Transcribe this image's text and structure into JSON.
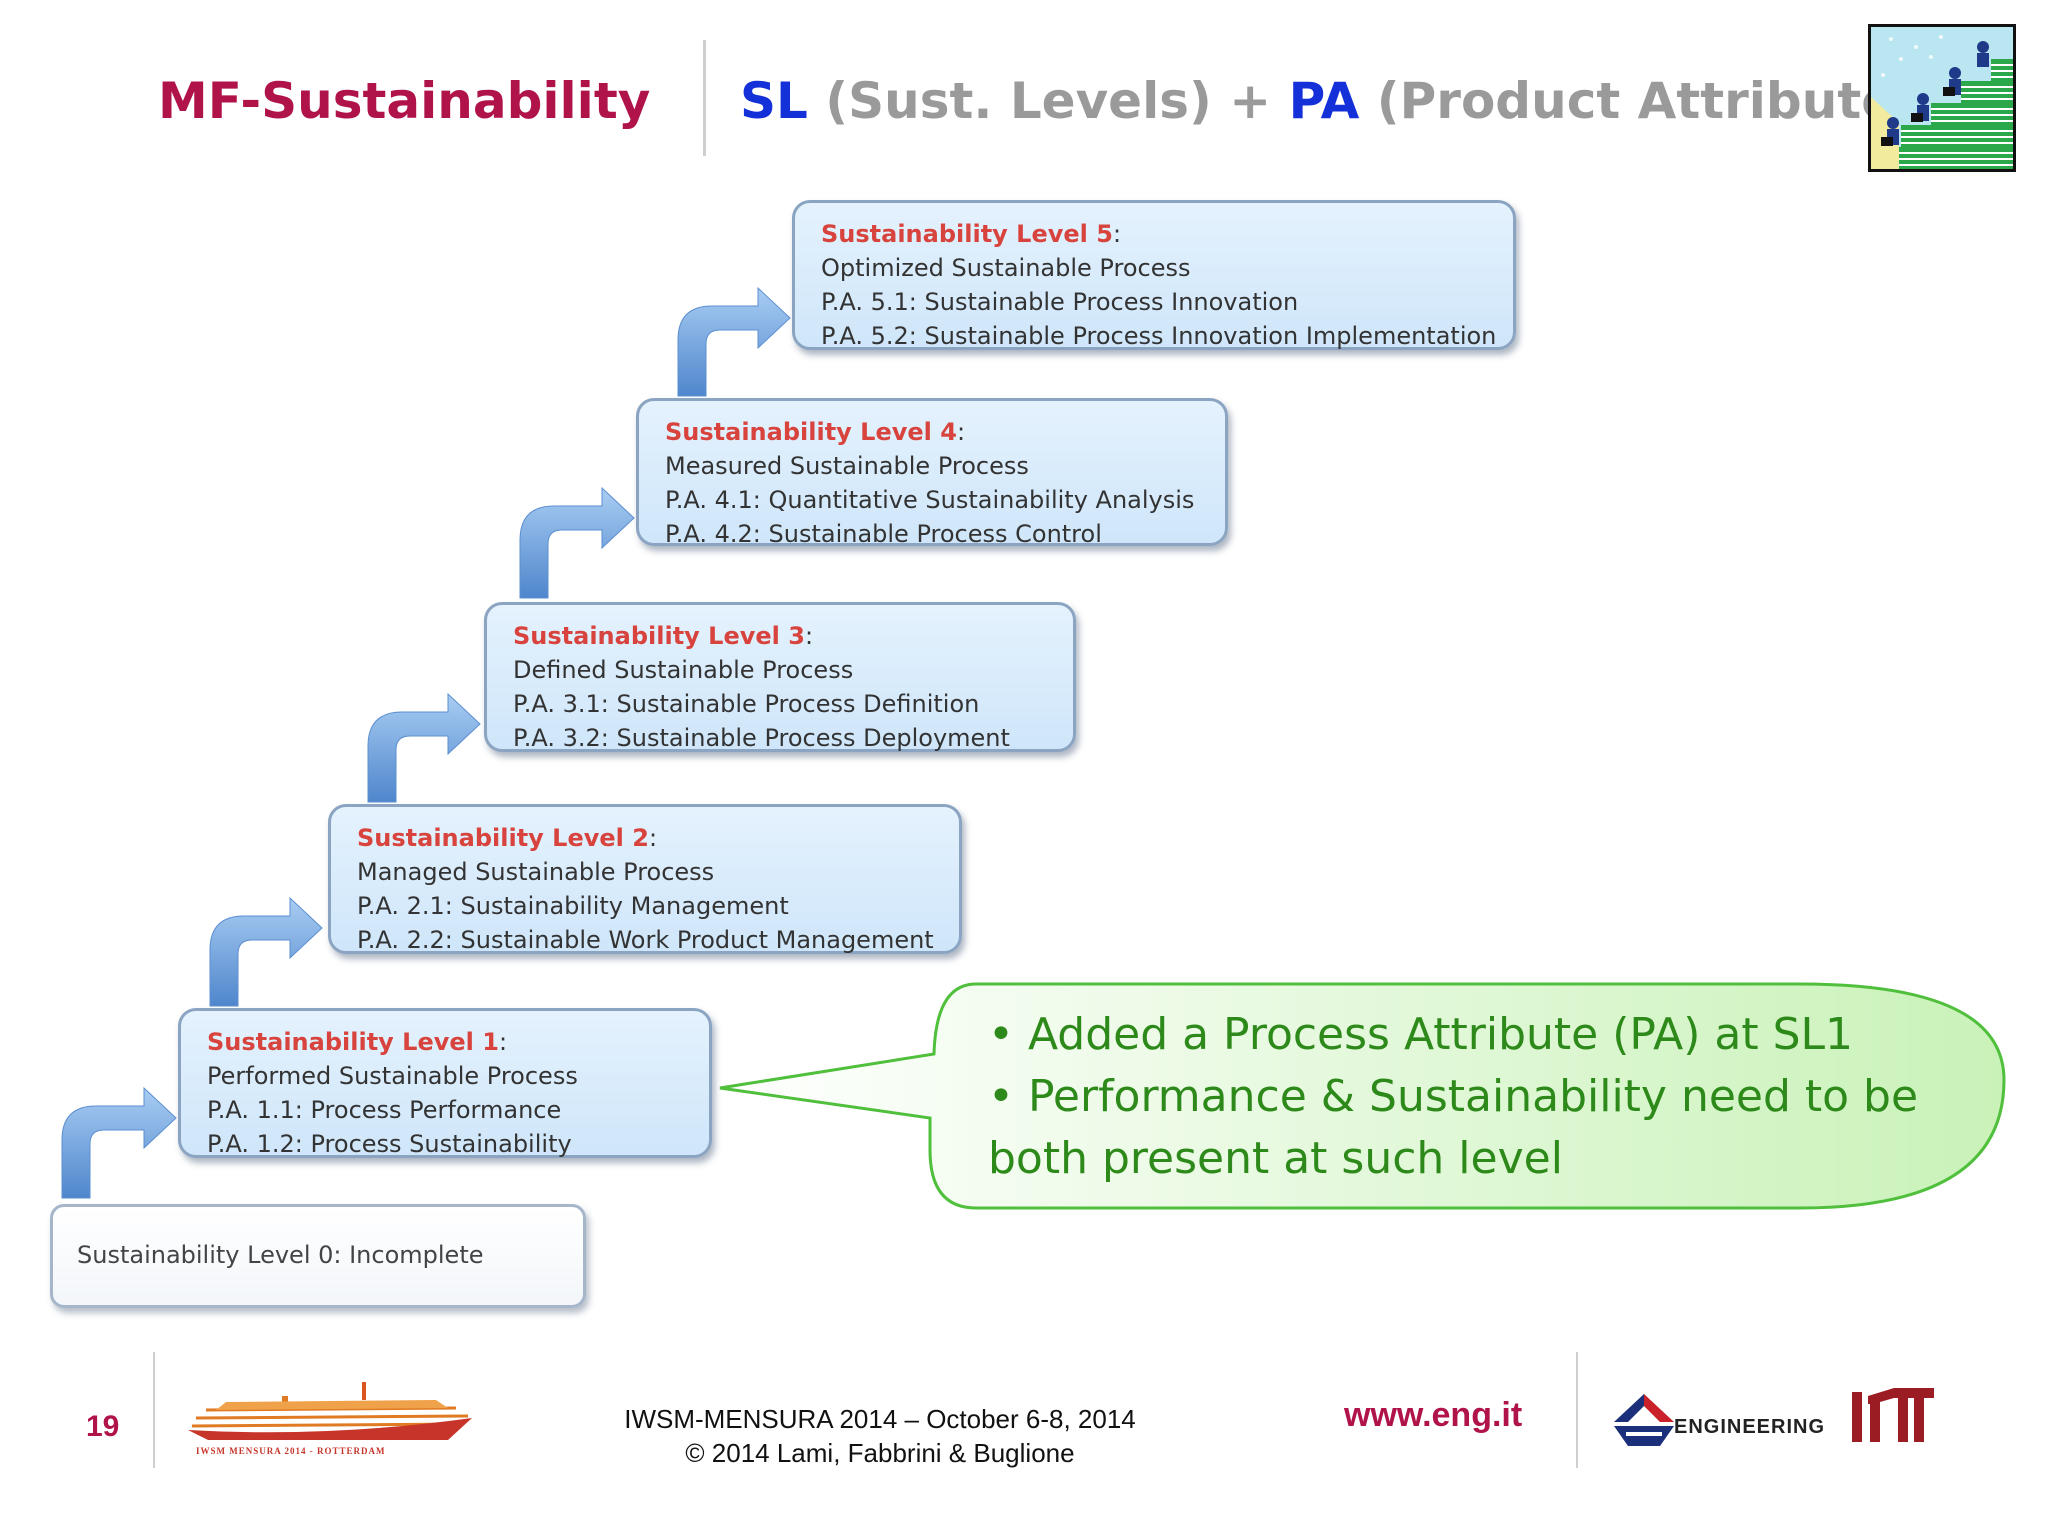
{
  "header": {
    "title_left": "MF-Sustainability",
    "title_sl": "SL",
    "title_sl_expansion": "(Sust. Levels)",
    "title_plus": "+",
    "title_pa": "PA",
    "title_pa_expansion": "(Product Attributes)"
  },
  "levels": [
    {
      "title": "Sustainability Level 5",
      "colon": ":",
      "lines": [
        "Optimized Sustainable Process",
        "P.A. 5.1: Sustainable Process Innovation",
        "P.A. 5.2: Sustainable Process Innovation Implementation"
      ]
    },
    {
      "title": "Sustainability Level 4",
      "colon": ":",
      "lines": [
        "Measured Sustainable Process",
        "P.A. 4.1: Quantitative Sustainability Analysis",
        "P.A. 4.2: Sustainable Process Control"
      ]
    },
    {
      "title": "Sustainability Level 3",
      "colon": ":",
      "lines": [
        "Defined Sustainable Process",
        "P.A. 3.1: Sustainable Process Definition",
        "P.A. 3.2: Sustainable Process Deployment"
      ]
    },
    {
      "title": "Sustainability Level 2",
      "colon": ":",
      "lines": [
        "Managed Sustainable Process",
        "P.A. 2.1: Sustainability Management",
        "P.A. 2.2: Sustainable Work Product Management"
      ]
    },
    {
      "title": "Sustainability Level 1",
      "colon": ":",
      "lines": [
        "Performed Sustainable Process",
        "P.A. 1.1: Process Performance",
        "P.A. 1.2: Process Sustainability"
      ]
    }
  ],
  "level0": {
    "text": "Sustainability Level 0: Incomplete"
  },
  "callout": {
    "bullet1": "• Added a Process Attribute (PA) at SL1",
    "bullet2_line1": "• Performance & Sustainability need to be",
    "bullet2_line2": "both present at such level"
  },
  "footer": {
    "page_number": "19",
    "conference": "IWSM-MENSURA 2014 – October 6-8, 2014",
    "copyright": "© 2014 Lami, Fabbrini & Buglione",
    "url": "www.eng.it",
    "engineering_label": "ENGINEERING",
    "ship_caption": "IWSM MENSURA 2014 - ROTTERDAM"
  },
  "colors": {
    "accent": "#b0124a",
    "blue_accent": "#1430d8",
    "level_title_red": "#d8433e",
    "callout_green": "#2d8a1a",
    "box_blue": "#cfe6fa"
  }
}
